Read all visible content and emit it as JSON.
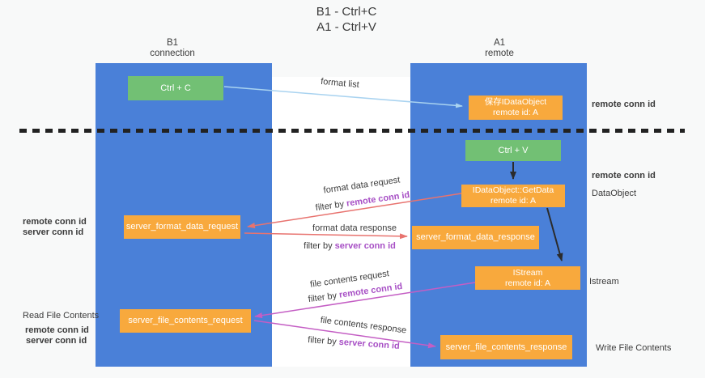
{
  "title": {
    "line1": "B1 - Ctrl+C",
    "line2": "A1 - Ctrl+V"
  },
  "lanes": {
    "left": {
      "name": "B1",
      "role": "connection"
    },
    "right": {
      "name": "A1",
      "role": "remote"
    }
  },
  "nodes": {
    "ctrl_c": {
      "label": "Ctrl + C"
    },
    "ctrl_v": {
      "label": "Ctrl + V"
    },
    "save_dataobject": {
      "line1": "保存IDataObject",
      "line2": "remote id: A"
    },
    "getdata": {
      "line1": "IDataObject::GetData",
      "line2": "remote id: A"
    },
    "istream": {
      "line1": "IStream",
      "line2": "remote id: A"
    },
    "format_request": {
      "label": "server_format_data_request"
    },
    "format_response": {
      "label": "server_format_data_response"
    },
    "file_request": {
      "label": "server_file_contents_request"
    },
    "file_response": {
      "label": "server_file_contents_response"
    }
  },
  "edges": {
    "format_list": "format list",
    "format_data_request": "format data request",
    "format_data_response": "format data response",
    "file_contents_request": "file contents request",
    "file_contents_response": "file contents response",
    "filter_by": "filter by",
    "remote_conn_id": "remote conn id",
    "server_conn_id": "server conn id"
  },
  "annotations": {
    "remote_conn_id": "remote conn id",
    "server_conn_id": "server conn id",
    "dataobject": "DataObject",
    "istream": "Istream",
    "read_file_contents": "Read File Contents",
    "write_file_contents": "Write File Contents"
  },
  "colors": {
    "lane_blue": "#4a80d8",
    "box_green": "#72c074",
    "box_orange": "#f8a93d",
    "arrow_red": "#e8736f",
    "arrow_magenta": "#c45ec4",
    "arrow_blue": "#a9d3f0",
    "text_purple": "#a74fc5",
    "text_green": "#57b35c",
    "text_dark": "#3b3b3b"
  }
}
